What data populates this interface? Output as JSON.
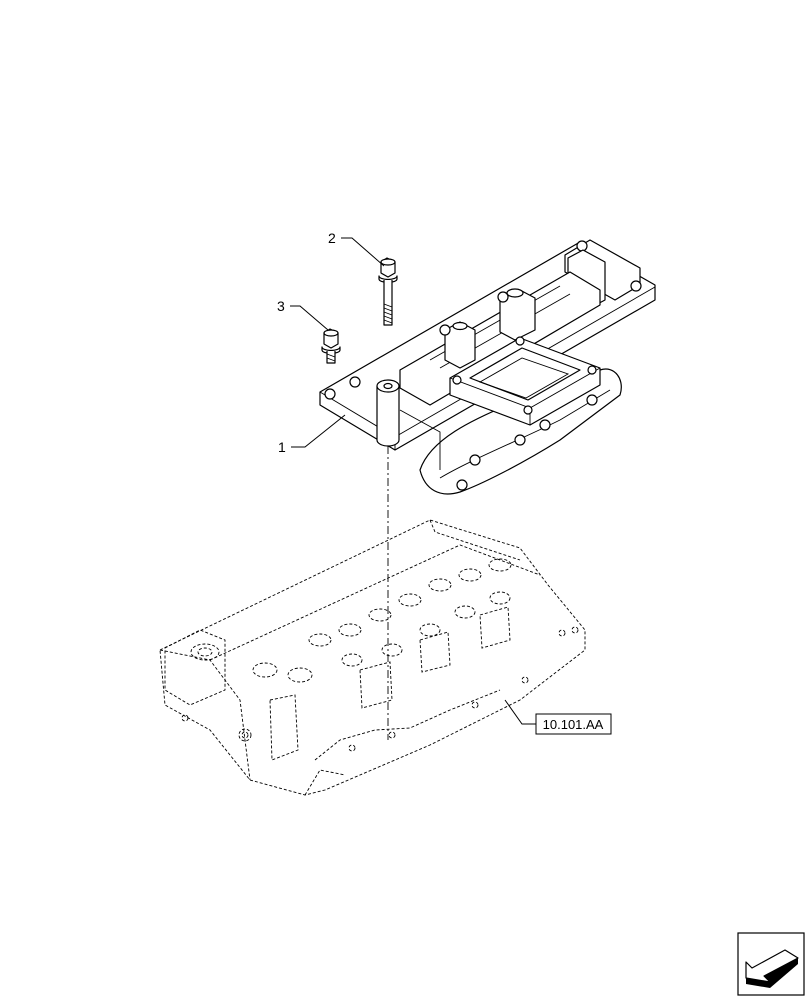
{
  "callouts": [
    {
      "id": "1",
      "label": "1"
    },
    {
      "id": "2",
      "label": "2"
    },
    {
      "id": "3",
      "label": "3"
    }
  ],
  "reference": {
    "label": "10.101.AA"
  },
  "nav_icon": {
    "name": "arrow-icon"
  }
}
